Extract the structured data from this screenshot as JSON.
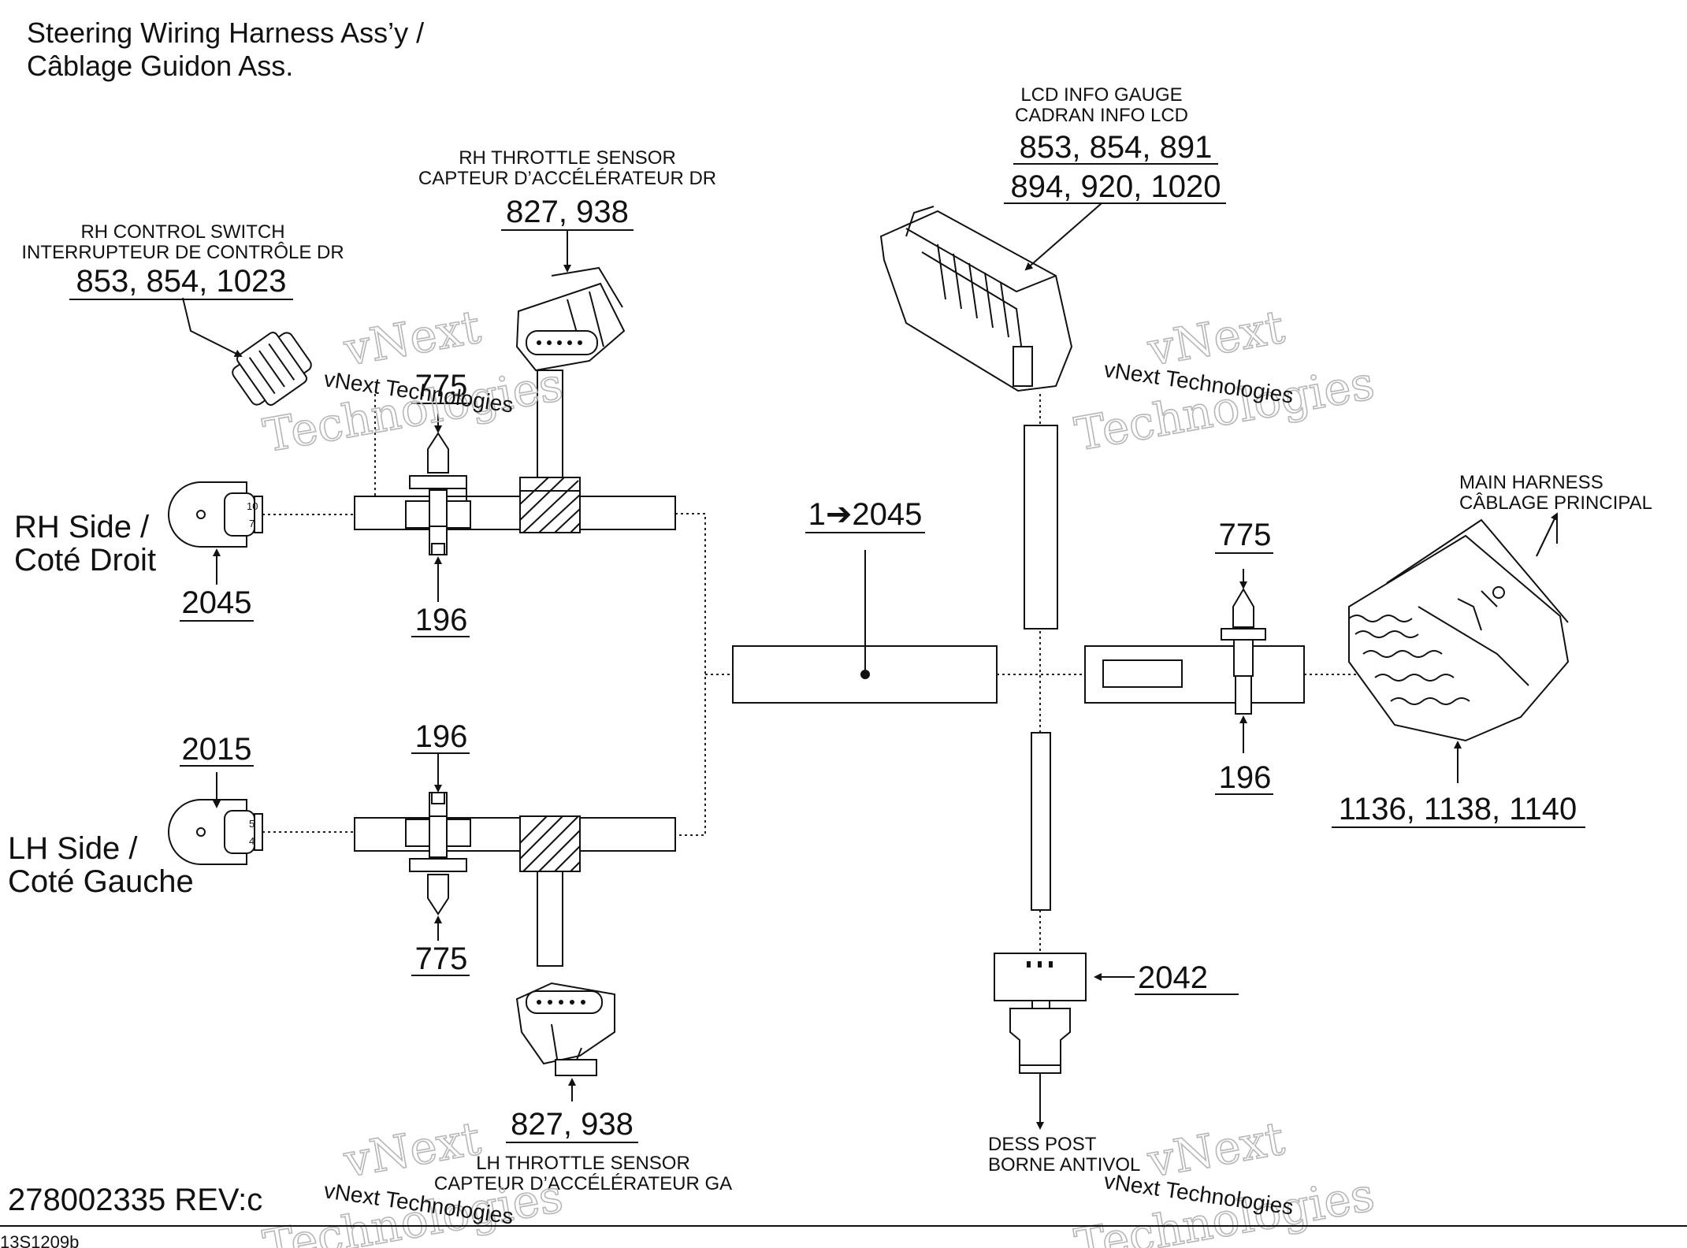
{
  "title": {
    "line1": "Steering Wiring Harness Ass’y /",
    "line2": "Câblage Guidon Ass."
  },
  "sides": {
    "rh_line1": "RH Side /",
    "rh_line2": "Coté Droit",
    "lh_line1": "LH Side /",
    "lh_line2": "Coté Gauche"
  },
  "components": {
    "rh_control_switch": {
      "line1": "RH CONTROL SWITCH",
      "line2": "INTERRUPTEUR DE CONTRÔLE DR",
      "parts": "853, 854, 1023"
    },
    "rh_throttle_sensor": {
      "line1": "RH THROTTLE SENSOR",
      "line2": "CAPTEUR D’ACCÉLÉRATEUR DR",
      "parts": "827, 938"
    },
    "lcd_info_gauge": {
      "line1": "LCD INFO GAUGE",
      "line2": "CADRAN INFO LCD",
      "parts1": "853, 854, 891",
      "parts2": "894, 920, 1020"
    },
    "main_harness": {
      "line1": "MAIN HARNESS",
      "line2": "CÂBLAGE PRINCIPAL",
      "parts": "1136, 1138, 1140"
    },
    "lh_throttle_sensor": {
      "line1": "LH THROTTLE SENSOR",
      "line2": "CAPTEUR D’ACCÉLÉRATEUR GA",
      "parts": "827, 938"
    },
    "dess_post": {
      "line1": "DESS POST",
      "line2": "BORNE ANTIVOL",
      "part": "2042"
    }
  },
  "callouts": {
    "rh_cap": "2045",
    "lh_cap": "2015",
    "rh_tie_top": "775",
    "rh_tie_bottom": "196",
    "lh_tie_top": "196",
    "lh_tie_bottom": "775",
    "main_tie_top": "775",
    "main_tie_bottom": "196",
    "harness": "1➔2045"
  },
  "pin_labels": {
    "rh_cap_top": "10",
    "rh_cap_bottom": "7",
    "lh_cap_top": "5",
    "lh_cap_bottom": "4"
  },
  "footer": {
    "doc_number": "278002335 REV:c",
    "image_code": "13S1209b"
  },
  "watermark": {
    "line1": "vNext Technologies",
    "line2": "vNext",
    "line3": "Technologies"
  }
}
